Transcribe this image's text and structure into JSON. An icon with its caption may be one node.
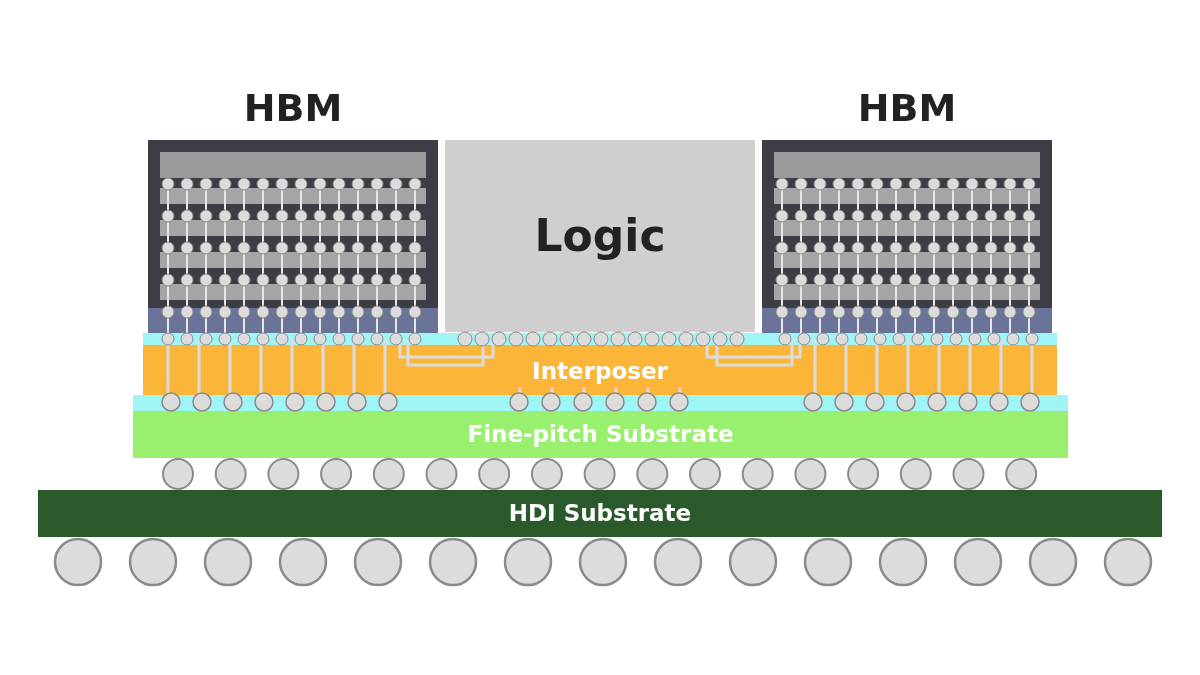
{
  "diagram": {
    "nodes": [
      {
        "text": [
          "HBM"
        ]
      },
      {
        "text": [
          "Logic"
        ]
      },
      {
        "text": [
          "HBM"
        ]
      },
      {
        "text": [
          "Interposer"
        ]
      },
      {
        "text": [
          "Fine-pitch Substrate"
        ]
      },
      {
        "text": [
          "HDI Substrate"
        ]
      }
    ]
  }
}
